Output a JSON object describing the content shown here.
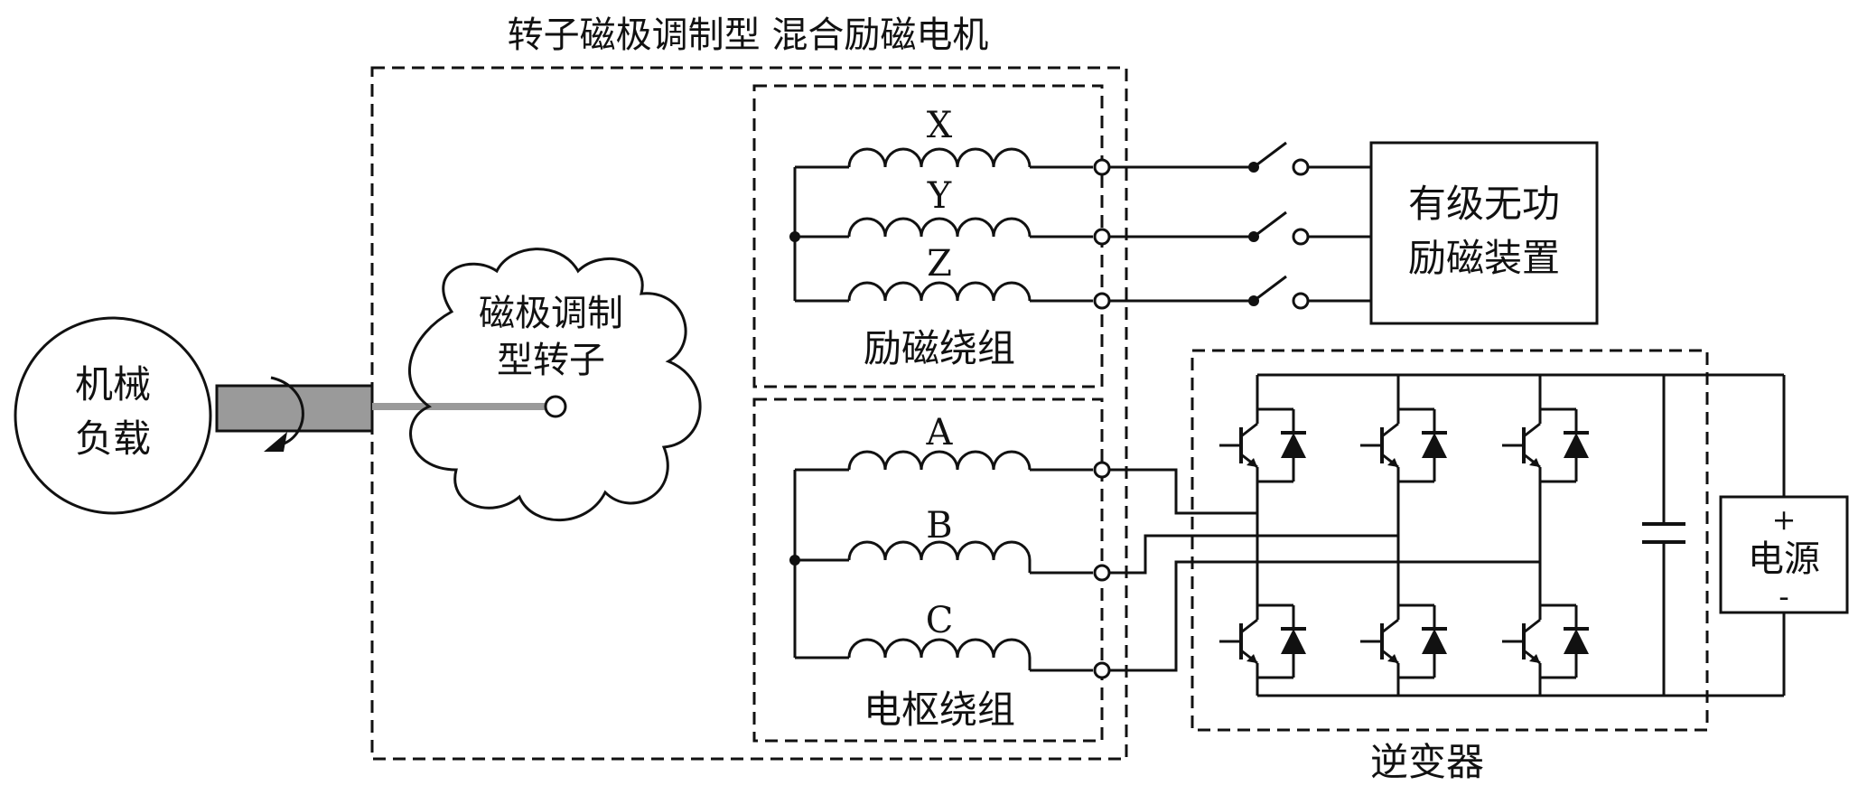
{
  "title": "转子磁极调制型 混合励磁电机",
  "load": {
    "line1": "机械",
    "line2": "负载"
  },
  "rotor": {
    "line1": "磁极调制",
    "line2": "型转子"
  },
  "field": {
    "label": "励磁绕组",
    "phases": [
      "X",
      "Y",
      "Z"
    ]
  },
  "armature": {
    "label": "电枢绕组",
    "phases": [
      "A",
      "B",
      "C"
    ]
  },
  "exciter": {
    "line1": "有级无功",
    "line2": "励磁装置"
  },
  "inverter": {
    "label": "逆变器"
  },
  "source": {
    "plus": "+",
    "name": "电源",
    "minus": "-"
  }
}
